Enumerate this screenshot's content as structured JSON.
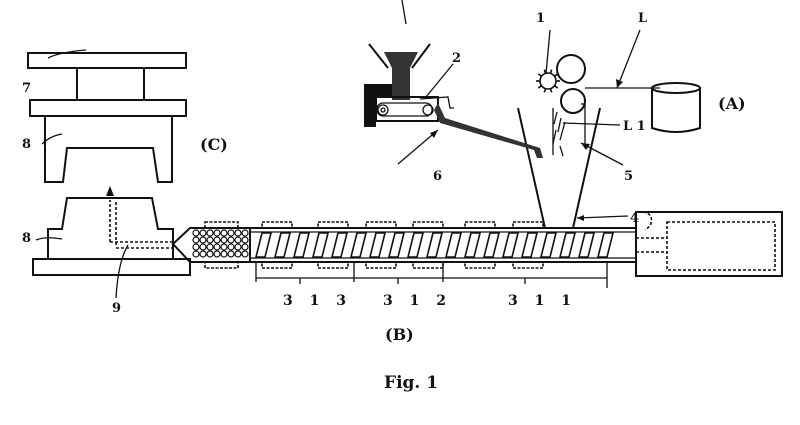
{
  "figure": {
    "caption": "Fig. 1",
    "sections": {
      "A": "(A)",
      "B": "(B)",
      "C": "(C)"
    },
    "reference_numerals": {
      "cutter": "1",
      "feeder": "2",
      "hopper_zone": "4",
      "fiber_fall": "5",
      "chute": "6",
      "press": "7",
      "mold_upper": "8",
      "mold_lower": "8",
      "cavity": "9",
      "fiber": "L",
      "fiber_cut": "L 1"
    },
    "zones": [
      {
        "label": "3 1 3"
      },
      {
        "label": "3 1 2"
      },
      {
        "label": "3 1 1"
      }
    ]
  }
}
